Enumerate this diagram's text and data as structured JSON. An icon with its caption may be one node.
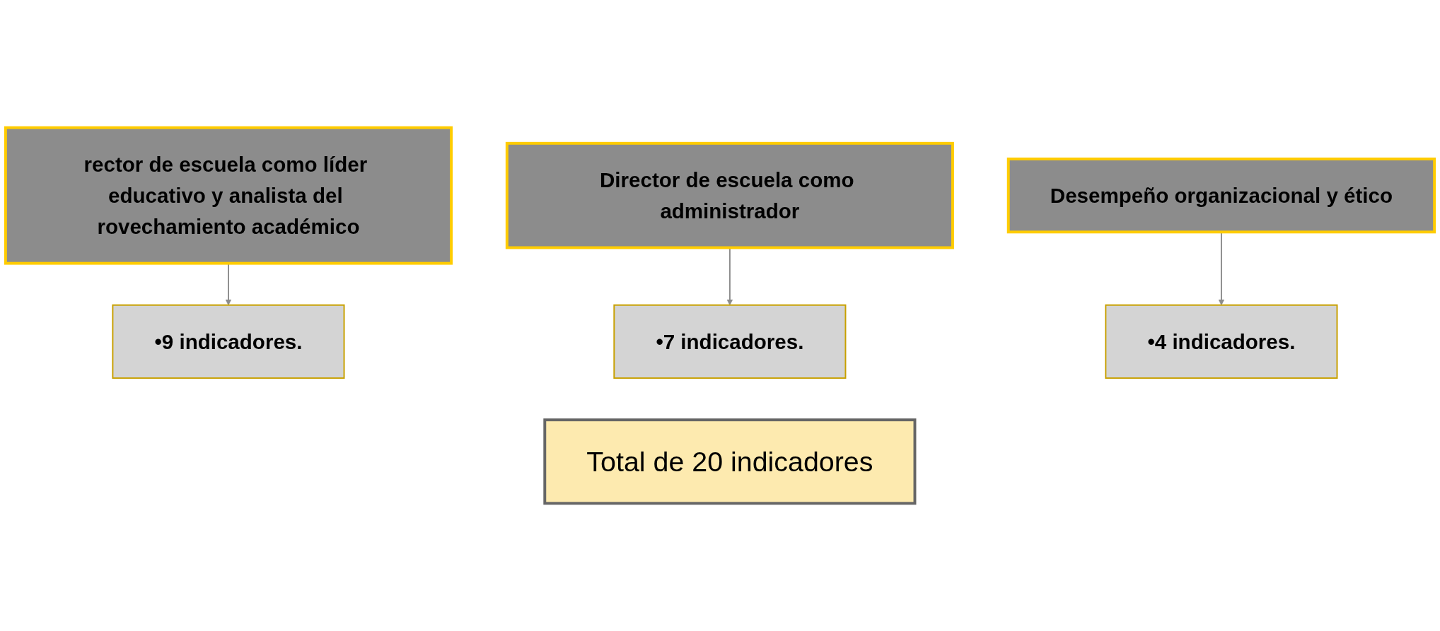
{
  "diagram": {
    "nodes": [
      {
        "text": [
          "rector de escuela como líder educativo y analista del rovechamiento académico"
        ]
      },
      {
        "text": [
          "Director de escuela como administrador"
        ]
      },
      {
        "text": [
          "Desempeño organizacional y ético"
        ]
      },
      {
        "text": [
          "•9 indicadores."
        ]
      },
      {
        "text": [
          "•7 indicadores."
        ]
      },
      {
        "text": [
          "•4 indicadores."
        ]
      },
      {
        "text": [
          "Total de 20 indicadores"
        ]
      }
    ],
    "edges": [
      {
        "from": 0,
        "to": 3,
        "arrow": "to",
        "color": "#8c8c8c"
      },
      {
        "from": 1,
        "to": 4,
        "arrow": "to",
        "color": "#8c8c8c"
      },
      {
        "from": 2,
        "to": 5,
        "arrow": "to",
        "color": "#8c8c8c"
      }
    ]
  }
}
